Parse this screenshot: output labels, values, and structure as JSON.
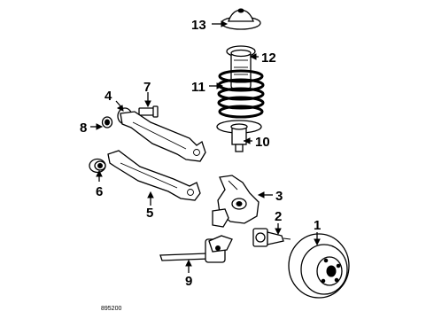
{
  "diagram": {
    "callouts": [
      {
        "id": "c1",
        "label": "1"
      },
      {
        "id": "c2",
        "label": "2"
      },
      {
        "id": "c3",
        "label": "3"
      },
      {
        "id": "c4",
        "label": "4"
      },
      {
        "id": "c5",
        "label": "5"
      },
      {
        "id": "c6",
        "label": "6"
      },
      {
        "id": "c7",
        "label": "7"
      },
      {
        "id": "c8",
        "label": "8"
      },
      {
        "id": "c9",
        "label": "9"
      },
      {
        "id": "c10",
        "label": "10"
      },
      {
        "id": "c11",
        "label": "11"
      },
      {
        "id": "c12",
        "label": "12"
      },
      {
        "id": "c13",
        "label": "13"
      }
    ],
    "drawing_code": "895200"
  }
}
